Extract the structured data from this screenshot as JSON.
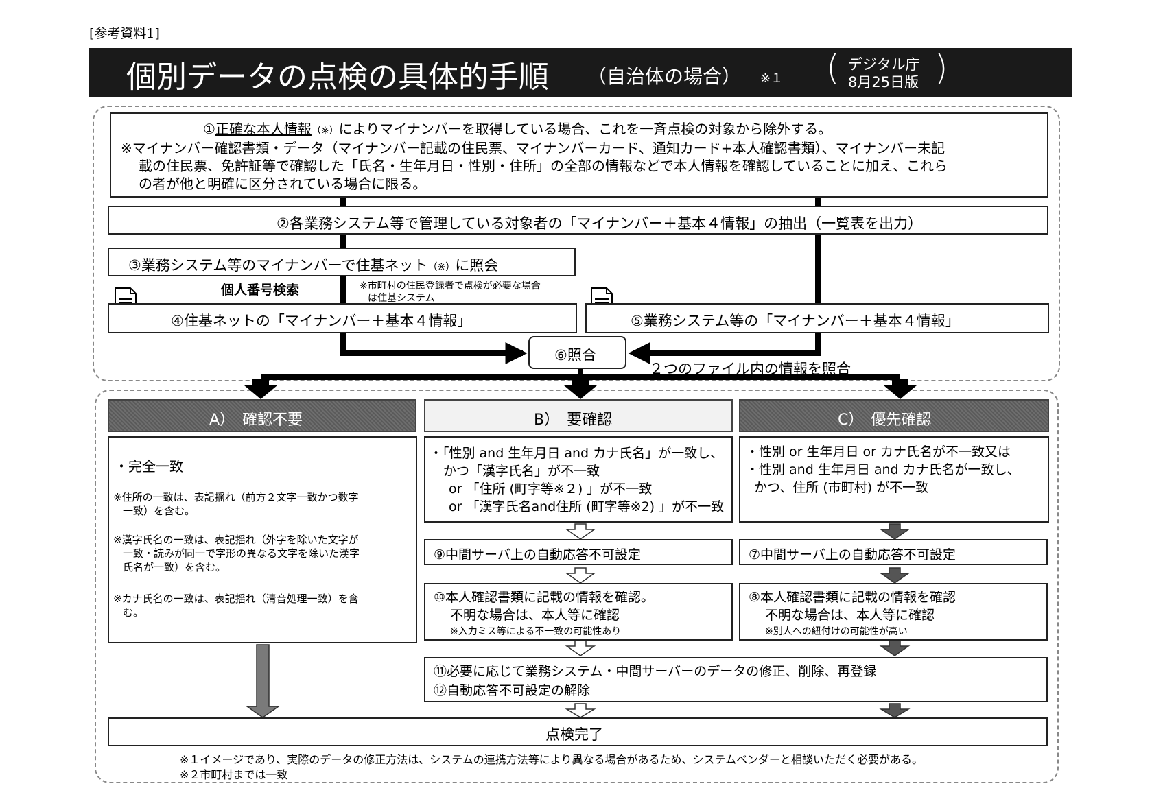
{
  "ref_label": "[参考資料1]",
  "header": {
    "title": "個別データの点検の具体的手順",
    "subtitle": "（自治体の場合）",
    "note_mark": "※１",
    "issuer_line1": "デジタル庁",
    "issuer_line2": "8月25日版"
  },
  "step1": {
    "line1_prefix": "①",
    "line1_underlined": "正確な本人情報",
    "line1_mark": "（※）",
    "line1_rest": "によりマイナンバーを取得している場合、これを一斉点検の対象から除外する。",
    "line2": "※マイナンバー確認書類・データ（マイナンバー記載の住民票、マイナンバーカード、通知カード+本人確認書類）、マイナンバー未記",
    "line3": "載の住民票、免許証等で確認した「氏名・生年月日・性別・住所」の全部の情報などで本人情報を確認していることに加え、これら",
    "line4": "の者が他と明確に区分されている場合に限る。"
  },
  "step2": "②各業務システム等で管理している対象者の「マイナンバー＋基本４情報」の抽出（一覧表を出力）",
  "step3": {
    "main": "③業務システム等のマイナンバーで住基ネット",
    "mark": "（※）",
    "tail": "に照会"
  },
  "personal_search": "個人番号検索",
  "note_city_1": "※市町村の住民登録者で点検が必要な場合",
  "note_city_2": "は住基システム",
  "step4": "④住基ネットの「マイナンバー＋基本４情報」",
  "step5": "⑤業務システム等の「マイナンバー＋基本４情報」",
  "step6": "⑥照合",
  "step6_note": "２つのファイル内の情報を照合",
  "cat_a": {
    "label": "A）　確認不要"
  },
  "cat_b": {
    "label": "B）　要確認"
  },
  "cat_c": {
    "label": "C）　優先確認"
  },
  "a_detail": {
    "l1": "・完全一致",
    "n1a": "※住所の一致は、表記揺れ（前方２文字一致かつ数字",
    "n1b": "一致）を含む。",
    "n2a": "※漢字氏名の一致は、表記揺れ（外字を除いた文字が",
    "n2b": "一致・読みが同一で字形の異なる文字を除いた漢字",
    "n2c": "氏名が一致）を含む。",
    "n3a": "※カナ氏名の一致は、表記揺れ（清音処理一致）を含",
    "n3b": "む。"
  },
  "b_detail": {
    "l1": "・「性別 and 生年月日 and カナ氏名」が一致し、",
    "l2": "かつ「漢字氏名」が不一致",
    "l3": "or 「住所 (町字等※２) 」が不一致",
    "l4": "or 「漢字氏名and住所 (町字等※2) 」が不一致"
  },
  "c_detail": {
    "l1": "・性別 or 生年月日 or カナ氏名が不一致又は",
    "l2": "・性別 and 生年月日 and カナ氏名が一致し、",
    "l3": "かつ、住所 (市町村) が不一致"
  },
  "step9": "⑨中間サーバ上の自動応答不可設定",
  "step7": "⑦中間サーバ上の自動応答不可設定",
  "step10": {
    "l1": "⑩本人確認書類に記載の情報を確認。",
    "l2": "不明な場合は、本人等に確認",
    "l3": "※入力ミス等による不一致の可能性あり"
  },
  "step8": {
    "l1": "⑧本人確認書類に記載の情報を確認",
    "l2": "不明な場合は、本人等に確認",
    "l3": "※別人への紐付けの可能性が高い"
  },
  "step11": "⑪必要に応じて業務システム・中間サーバーのデータの修正、削除、再登録",
  "step12": "⑫自動応答不可設定の解除",
  "complete": "点検完了",
  "footnote1": "※１イメージであり、実際のデータの修正方法は、システムの連携方法等により異なる場合があるため、システムベンダーと相談いただく必要がある。",
  "footnote2": "※２市町村までは一致",
  "colors": {
    "header_bg": "#1a1a1a",
    "cat_a_bg": "#6a6a6a",
    "cat_c_bg": "#5a5a5a",
    "cat_b_bg": "#f2f2f2"
  }
}
